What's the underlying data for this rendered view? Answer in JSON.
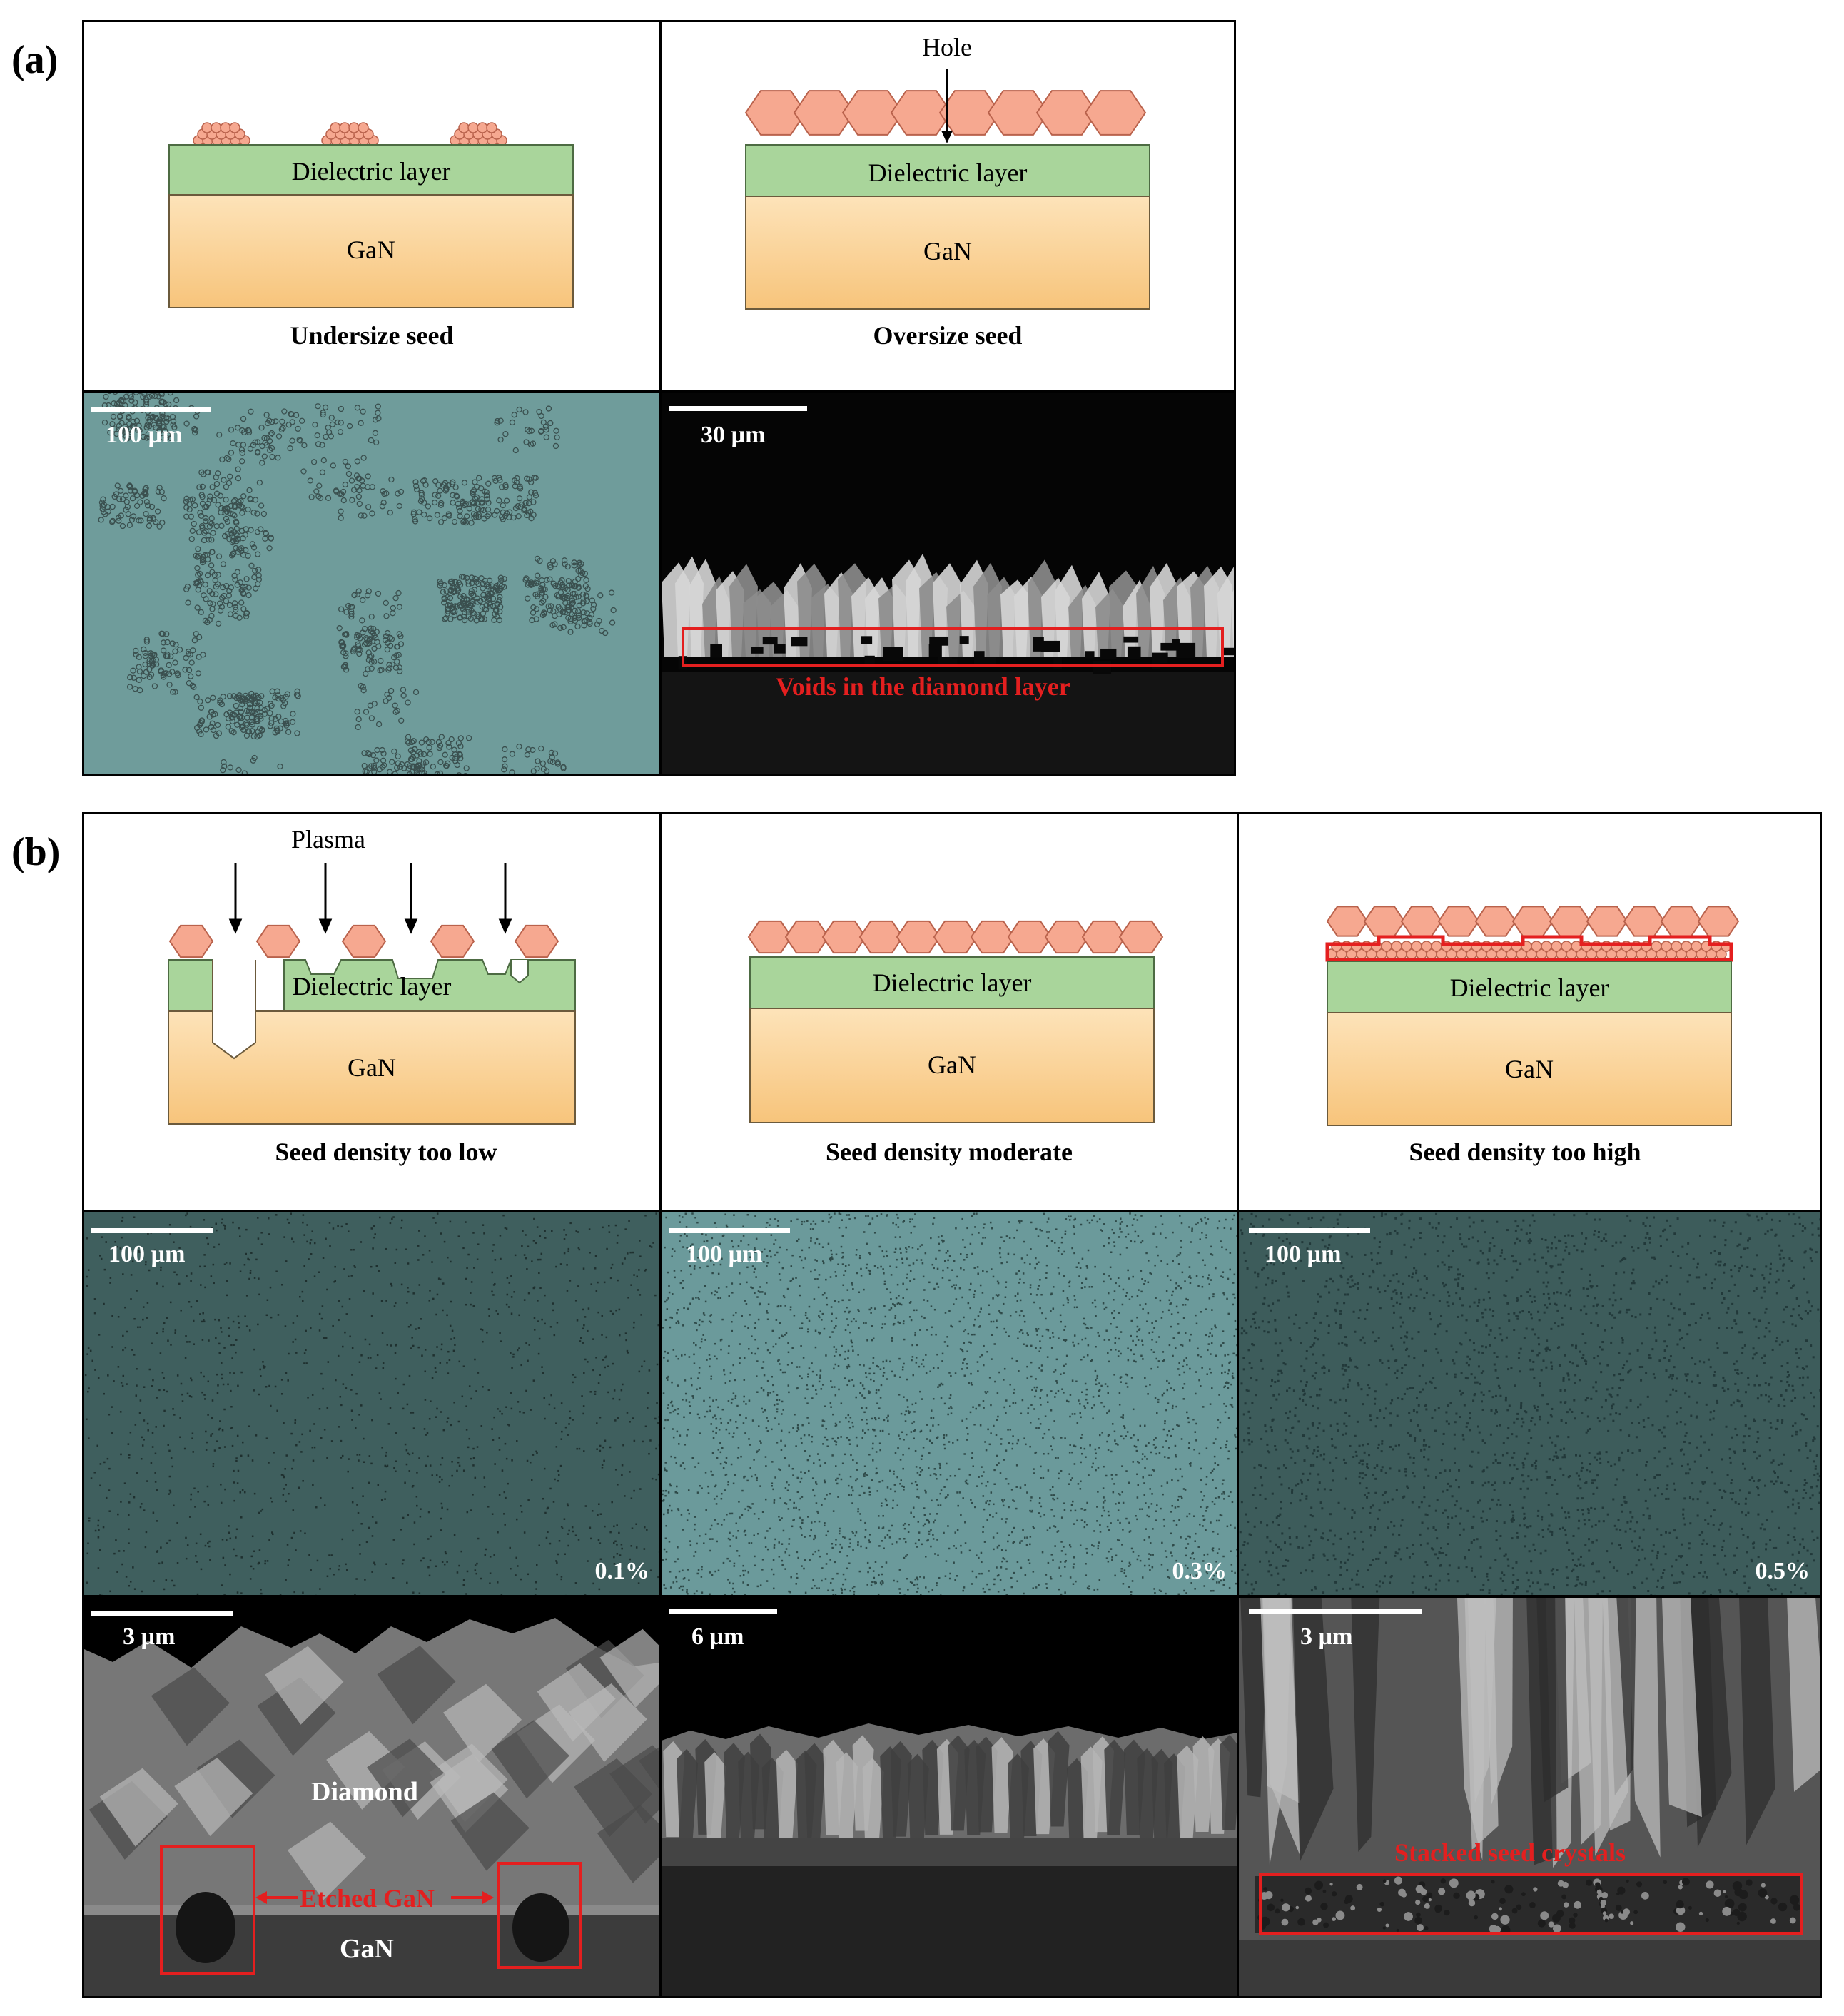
{
  "panel_a": {
    "label": "(a)",
    "undersize": {
      "dielectric": "Dielectric layer",
      "gan": "GaN",
      "caption": "Undersize seed",
      "micro_scale": "100 µm"
    },
    "oversize": {
      "hole": "Hole",
      "dielectric": "Dielectric layer",
      "gan": "GaN",
      "caption": "Oversize seed",
      "micro_scale": "30 µm",
      "voids_label": "Voids in the diamond layer"
    }
  },
  "panel_b": {
    "label": "(b)",
    "low": {
      "plasma": "Plasma",
      "dielectric": "Dielectric layer",
      "gan": "GaN",
      "caption": "Seed density too low",
      "surface_scale": "100 µm",
      "surface_pct": "0.1%",
      "section_scale": "3 µm",
      "diamond_label": "Diamond",
      "etched_label": "Etched GaN",
      "gan_label": "GaN"
    },
    "moderate": {
      "dielectric": "Dielectric layer",
      "gan": "GaN",
      "caption": "Seed density moderate",
      "surface_scale": "100 µm",
      "surface_pct": "0.3%",
      "section_scale": "6 µm"
    },
    "high": {
      "dielectric": "Dielectric layer",
      "gan": "GaN",
      "caption": "Seed density too high",
      "surface_scale": "100 µm",
      "surface_pct": "0.5%",
      "section_scale": "3 µm",
      "stacked_label": "Stacked seed crystals"
    }
  },
  "colors": {
    "seed": "#f6a890",
    "dielectric": "#a9d59b",
    "gan_top": "#fbe0b4",
    "gan_bottom": "#f7c67e",
    "optical": "#5e8d8c",
    "sem_dark": "#0c0c0c",
    "annotation_red": "#e41f1f"
  }
}
